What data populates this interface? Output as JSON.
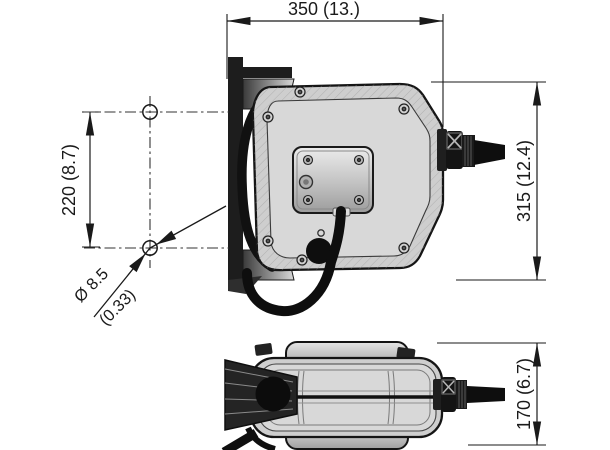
{
  "drawing": {
    "dims": {
      "top_width": "350 (13.)",
      "right_height": "315 (12.4)",
      "left_hole_spacing": "220 (8.7)",
      "hole_diameter": "Ø 8.5",
      "hole_diameter_inch": "(0.33)",
      "bottom_height": "170 (6.7)"
    },
    "colors": {
      "line": "#1a1a1a",
      "body_fill": "#cecece",
      "panel_fill": "#d8d8d8",
      "dark_fill": "#141414",
      "background": "#ffffff"
    }
  }
}
